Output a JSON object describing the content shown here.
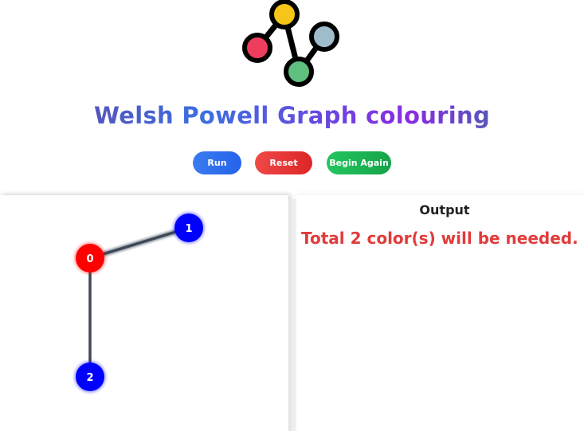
{
  "header": {
    "logo_icon": "graph-nodes-logo-icon",
    "title": "Welsh Powell Graph colouring"
  },
  "controls": {
    "run_label": "Run",
    "reset_label": "Reset",
    "begin_again_label": "Begin Again"
  },
  "graph": {
    "nodes": [
      {
        "id": "0",
        "label": "0",
        "color": "#ff0000"
      },
      {
        "id": "1",
        "label": "1",
        "color": "#0000ff"
      },
      {
        "id": "2",
        "label": "2",
        "color": "#0000ff"
      }
    ],
    "edges": [
      {
        "from": "0",
        "to": "1"
      },
      {
        "from": "0",
        "to": "2"
      }
    ]
  },
  "output": {
    "heading": "Output",
    "message": "Total 2 color(s) will be needed."
  },
  "colors": {
    "run": "#2563eb",
    "reset": "#dc2626",
    "begin_again": "#16a34a",
    "message": "#e23b3b"
  }
}
